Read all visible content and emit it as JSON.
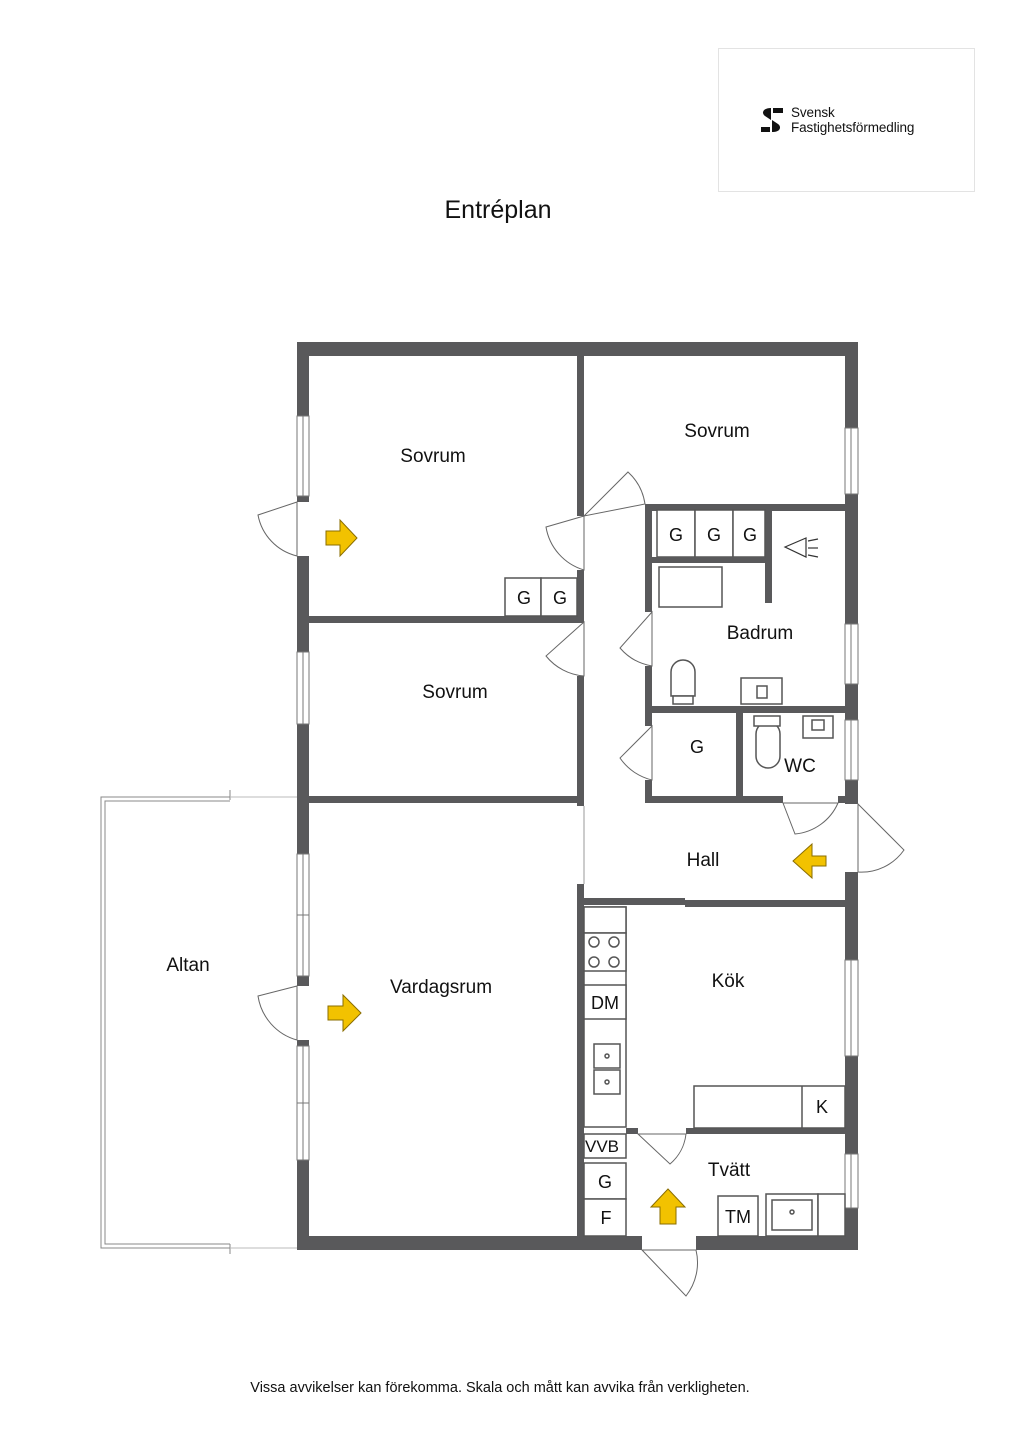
{
  "title": "Entréplan",
  "footer": "Vissa avvikelser kan förekomma. Skala och mått kan avvika från verkligheten.",
  "logo": {
    "line1": "Svensk",
    "line2": "Fastighetsförmedling",
    "icon": "sf-logo-icon"
  },
  "colors": {
    "wall": "#59595b",
    "arrow": "#f2c200",
    "arrow_stroke": "#8a6d00",
    "fixture": "#555555"
  },
  "rooms": {
    "sovrum_1": "Sovrum",
    "sovrum_2": "Sovrum",
    "sovrum_3": "Sovrum",
    "badrum": "Badrum",
    "wc": "WC",
    "hall": "Hall",
    "kok": "Kök",
    "tvatt": "Tvätt",
    "vardagsrum": "Vardagsrum",
    "altan": "Altan"
  },
  "fixtures": {
    "g1": "G",
    "g2": "G",
    "g3": "G",
    "g4": "G",
    "g5": "G",
    "g6": "G",
    "g7": "G",
    "dm": "DM",
    "k": "K",
    "vvb": "VVB",
    "f": "F",
    "tm": "TM"
  }
}
